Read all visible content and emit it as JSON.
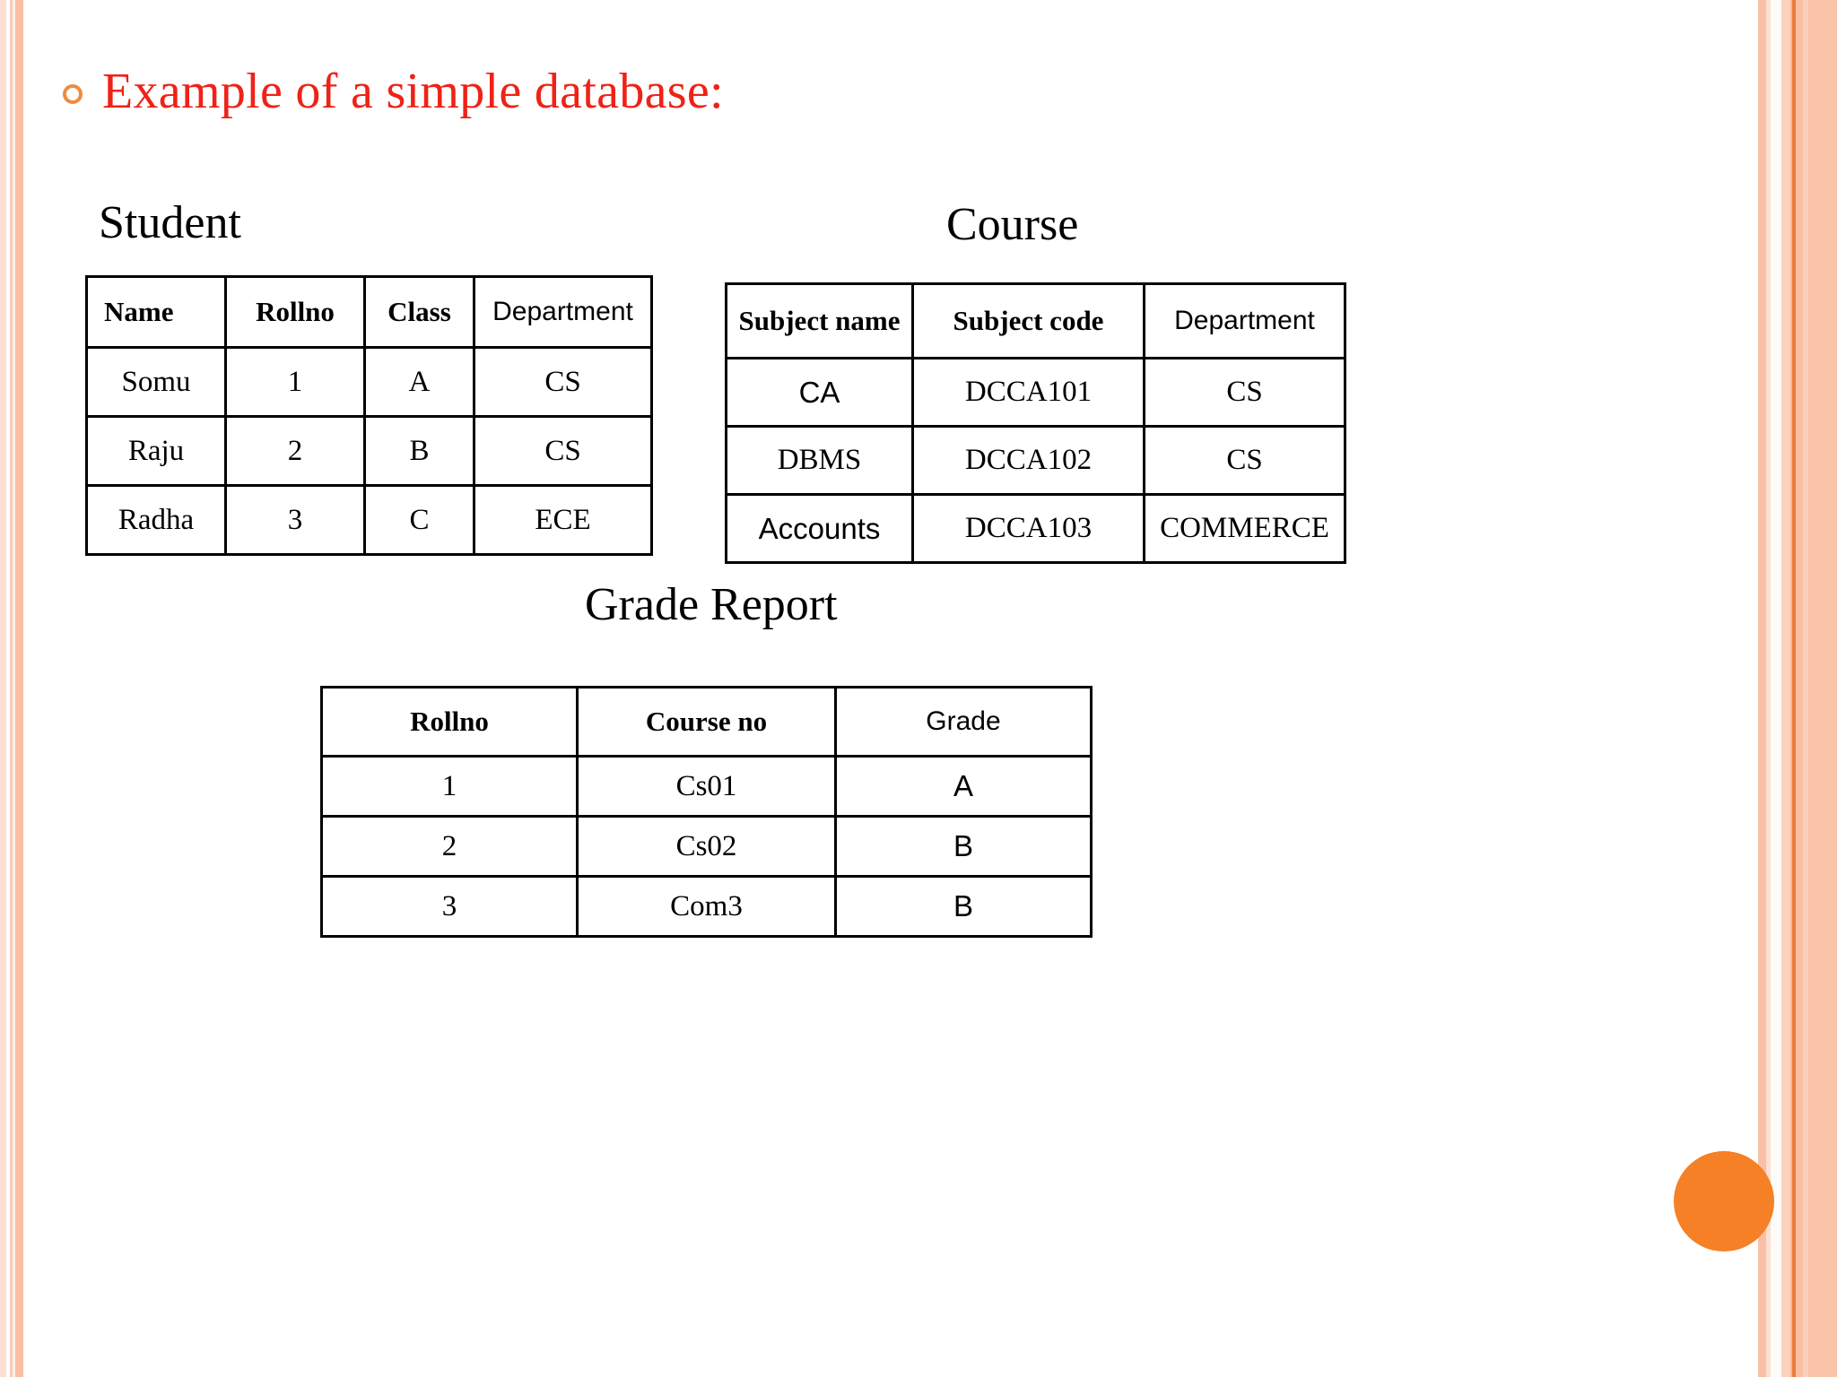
{
  "slide": {
    "title": "Example of a simple database:",
    "title_color": "#ef2217",
    "bullet_color": "#ef8b3f",
    "accent_circle_color": "#f58025",
    "border_colors": [
      "#fbdfd0",
      "#f9bfa5",
      "#ec7d3c",
      "#fbc3a8"
    ]
  },
  "tables": {
    "student": {
      "title": "Student",
      "columns": [
        "Name",
        "Rollno",
        "Class",
        "Department"
      ],
      "rows": [
        [
          "Somu",
          "1",
          "A",
          "CS"
        ],
        [
          "Raju",
          "2",
          "B",
          "CS"
        ],
        [
          "Radha",
          "3",
          "C",
          "ECE"
        ]
      ]
    },
    "course": {
      "title": "Course",
      "columns": [
        "Subject name",
        "Subject code",
        "Department"
      ],
      "rows": [
        [
          "CA",
          "DCCA101",
          "CS"
        ],
        [
          "DBMS",
          "DCCA102",
          "CS"
        ],
        [
          "Accounts",
          "DCCA103",
          "COMMERCE"
        ]
      ]
    },
    "grade_report": {
      "title": "Grade Report",
      "columns": [
        "Rollno",
        "Course no",
        "Grade"
      ],
      "rows": [
        [
          "1",
          "Cs01",
          "A"
        ],
        [
          "2",
          "Cs02",
          "B"
        ],
        [
          "3",
          "Com3",
          "B"
        ]
      ]
    }
  }
}
